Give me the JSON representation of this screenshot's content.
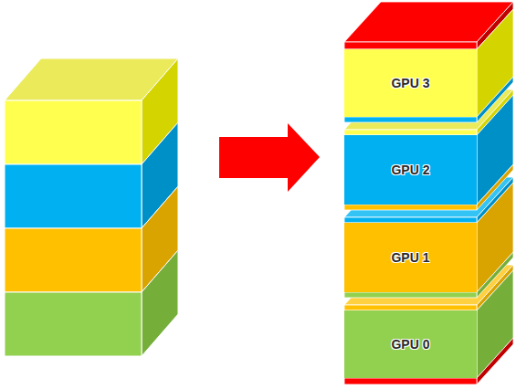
{
  "diagram": {
    "nodes": [
      {
        "text": [
          "GPU 3"
        ]
      },
      {
        "text": [
          "GPU 2"
        ]
      },
      {
        "text": [
          "GPU 1"
        ]
      },
      {
        "text": [
          "GPU 0"
        ]
      }
    ]
  }
}
